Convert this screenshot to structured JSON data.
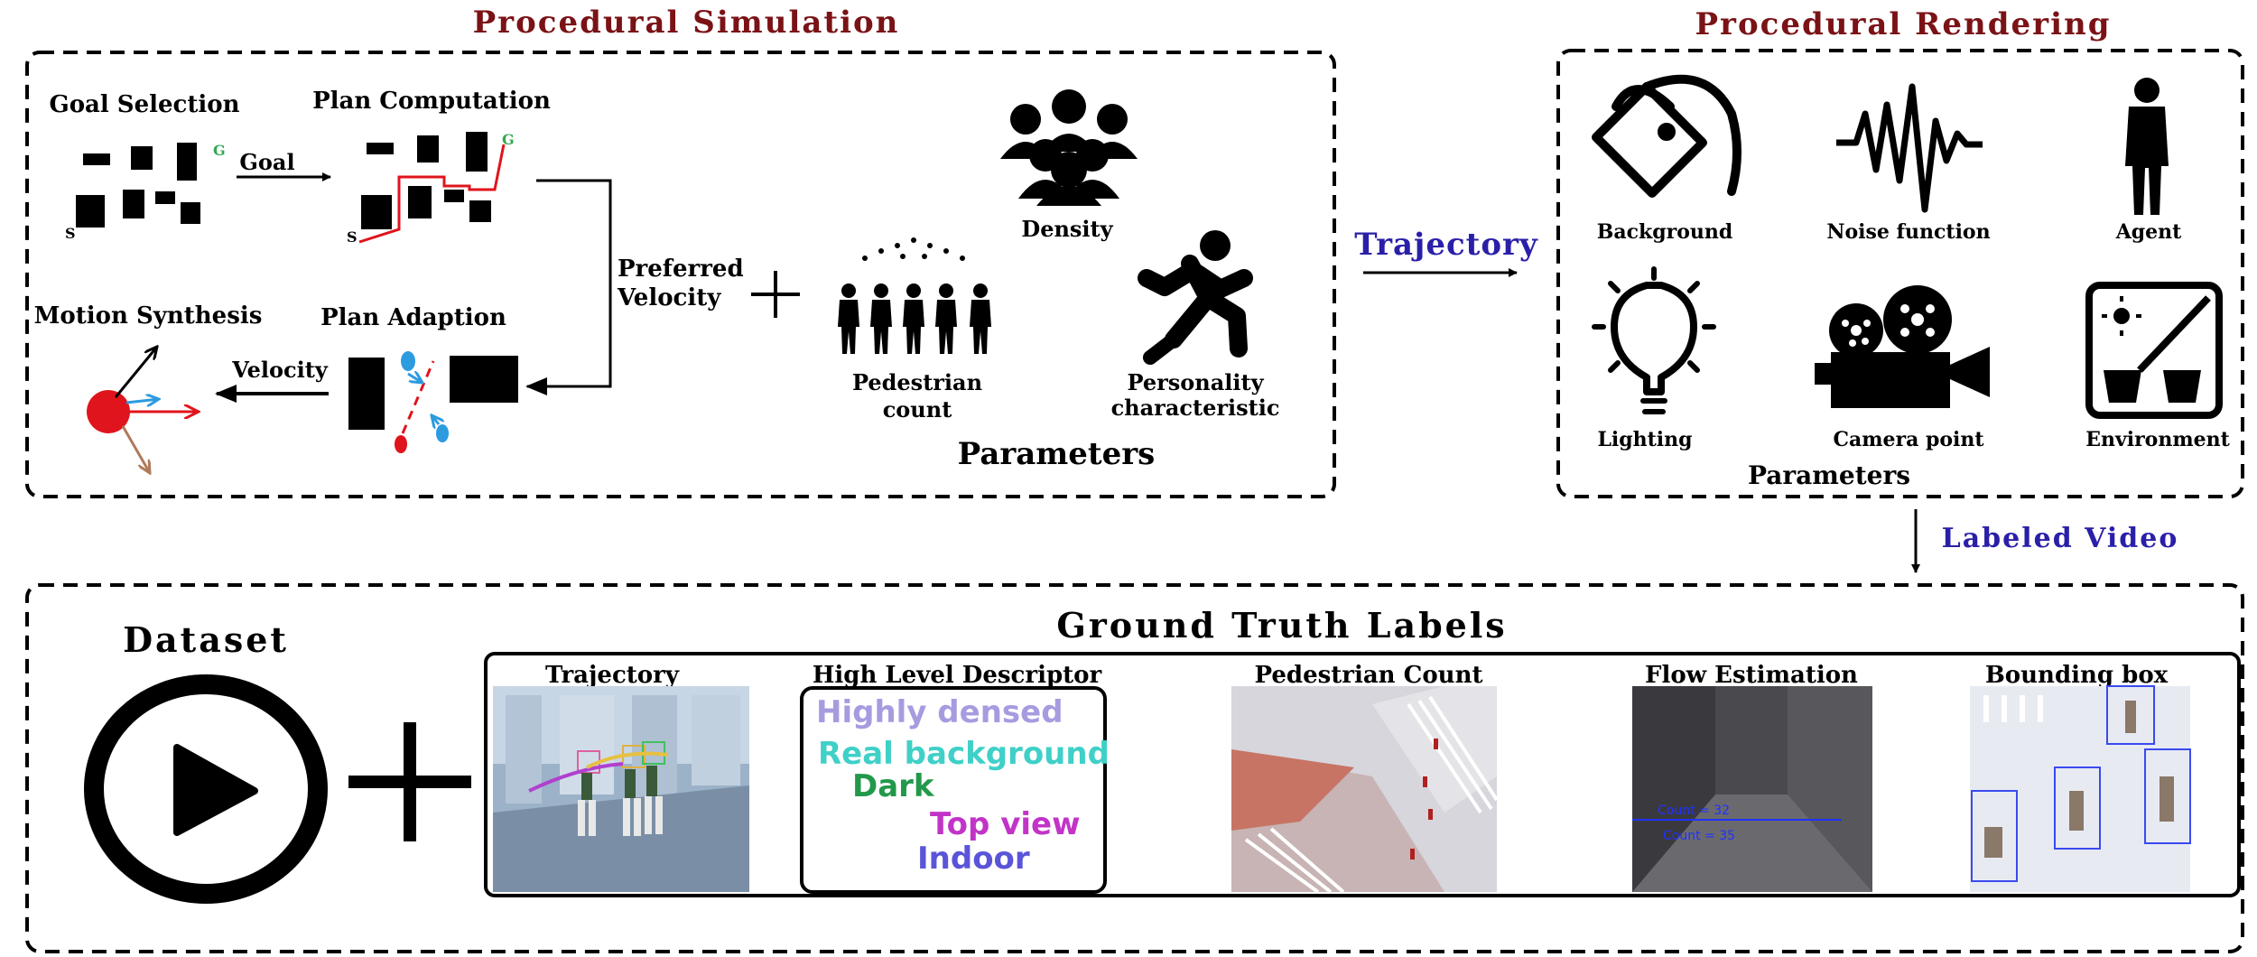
{
  "procedural_simulation": {
    "title": "Procedural Simulation",
    "goal_selection": "Goal Selection",
    "goal_arrow_label": "Goal",
    "plan_computation": "Plan Computation",
    "motion_synthesis": "Motion Synthesis",
    "plan_adaption": "Plan Adaption",
    "velocity_label": "Velocity",
    "preferred_velocity_line1": "Preferred",
    "preferred_velocity_line2": "Velocity",
    "start_marker": "S",
    "goal_marker": "G",
    "density": "Density",
    "pedestrian_count_line1": "Pedestrian",
    "pedestrian_count_line2": "count",
    "personality_line1": "Personality",
    "personality_line2": "characteristic",
    "parameters": "Parameters"
  },
  "trajectory_arrow_label": "Trajectory",
  "procedural_rendering": {
    "title": "Procedural Rendering",
    "background": "Background",
    "noise_function": "Noise function",
    "agent": "Agent",
    "lighting": "Lighting",
    "camera_point": "Camera point",
    "environment": "Environment",
    "parameters": "Parameters"
  },
  "labeled_video_label": "Labeled Video",
  "dataset": {
    "title": "Dataset"
  },
  "ground_truth": {
    "title": "Ground Truth Labels",
    "trajectory": "Trajectory",
    "high_level_descriptor": "High Level Descriptor",
    "pedestrian_count": "Pedestrian Count",
    "flow_estimation": "Flow Estimation",
    "bounding_box": "Bounding box",
    "descriptors": [
      {
        "text": "Highly densed",
        "color": "#a79be0"
      },
      {
        "text": "Real background",
        "color": "#3fd0c8"
      },
      {
        "text": "Dark",
        "color": "#22994a"
      },
      {
        "text": "Top view",
        "color": "#c234c8"
      },
      {
        "text": "Indoor",
        "color": "#5a55d8"
      }
    ],
    "flow_count_up": "Count = 32",
    "flow_count_down": "Count = 35"
  },
  "colors": {
    "section_title": "#7a1216",
    "arrow_label": "#2a1fa8",
    "agent_red": "#e0141c",
    "path_red": "#e0141c",
    "goal_green": "#33a852",
    "blue_agent": "#2c9be0"
  }
}
